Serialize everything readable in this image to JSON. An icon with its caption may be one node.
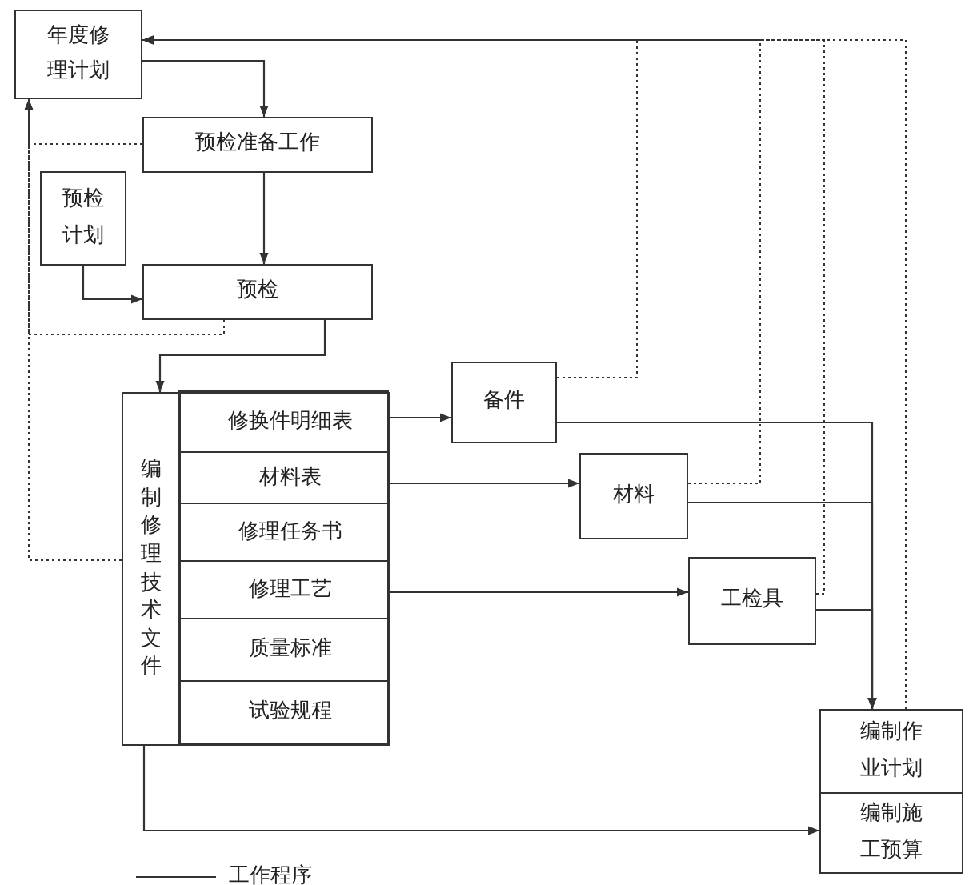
{
  "diagram": {
    "nodes": [
      {
        "text": [
          "年度修理计划"
        ]
      },
      {
        "text": [
          "预检准备工作"
        ]
      },
      {
        "text": [
          "预检计划"
        ]
      },
      {
        "text": [
          "预检"
        ]
      },
      {
        "text": [
          "编制修理技术文件"
        ]
      },
      {
        "text": [
          "修换件明细表"
        ],
        "in": 4
      },
      {
        "text": [
          "材料表"
        ],
        "in": 4
      },
      {
        "text": [
          "修理任务书"
        ],
        "in": 4
      },
      {
        "text": [
          "修理工艺"
        ],
        "in": 4
      },
      {
        "text": [
          "质量标准"
        ],
        "in": 4
      },
      {
        "text": [
          "试验规程"
        ],
        "in": 4
      },
      {
        "text": [
          "备件"
        ]
      },
      {
        "text": [
          "材料"
        ]
      },
      {
        "text": [
          "工检具"
        ]
      },
      {
        "text": [
          "编制作业计划"
        ]
      },
      {
        "text": [
          "编制施工预算"
        ]
      }
    ],
    "edges": [
      {
        "from": 0,
        "to": 1,
        "arrow": "to"
      },
      {
        "from": 1,
        "to": 3,
        "arrow": "to"
      },
      {
        "from": 2,
        "to": 3,
        "arrow": "to"
      },
      {
        "from": 3,
        "to": 4,
        "arrow": "to"
      },
      {
        "from": 5,
        "to": 11,
        "arrow": "to"
      },
      {
        "from": 6,
        "to": 12,
        "arrow": "to"
      },
      {
        "from": 8,
        "to": 13,
        "arrow": "to"
      },
      {
        "from": 11,
        "to": 14,
        "arrow": "to"
      },
      {
        "from": 12,
        "to": 14,
        "arrow": "to"
      },
      {
        "from": 13,
        "to": 14,
        "arrow": "to"
      },
      {
        "from": 4,
        "to": 15,
        "arrow": "to"
      },
      {
        "from": 1,
        "to": 0,
        "arrow": "to",
        "style": "dashed"
      },
      {
        "from": 3,
        "to": 0,
        "arrow": "to",
        "style": "dashed"
      },
      {
        "from": 4,
        "to": 0,
        "arrow": "to",
        "style": "dashed"
      },
      {
        "from": 11,
        "to": 0,
        "arrow": "to",
        "style": "dashed"
      },
      {
        "from": 12,
        "to": 0,
        "arrow": "to",
        "style": "dashed"
      },
      {
        "from": 13,
        "to": 0,
        "arrow": "to",
        "style": "dashed"
      },
      {
        "from": 14,
        "to": 0,
        "arrow": "to",
        "style": "dashed"
      }
    ],
    "legend": [
      {
        "text": "工作程序"
      }
    ]
  }
}
